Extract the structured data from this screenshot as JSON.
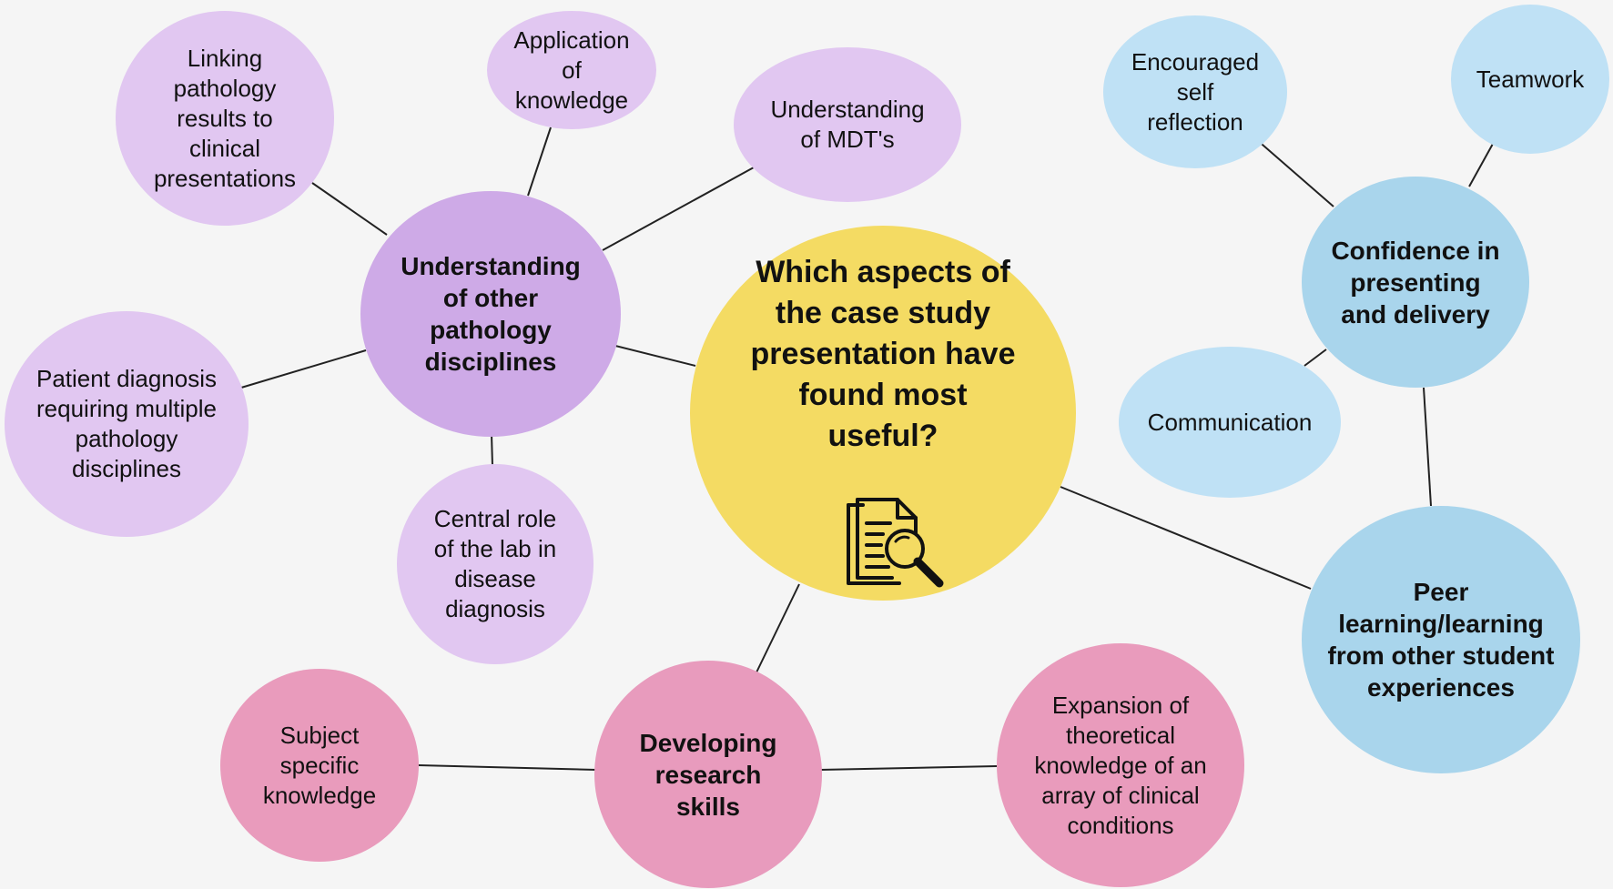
{
  "center": {
    "label": "Which aspects of\nthe case study\npresentation have\nfound most\nuseful?",
    "color": "#f4db63"
  },
  "hubs": {
    "understanding": {
      "label": "Understanding\nof other\npathology\ndisciplines",
      "color": "#ceaae7"
    },
    "confidence": {
      "label": "Confidence in\npresenting\nand delivery",
      "color": "#a9d5ec"
    },
    "peer": {
      "label": "Peer\nlearning/learning\nfrom other student\nexperiences",
      "color": "#a9d5ec"
    },
    "research": {
      "label": "Developing\nresearch\nskills",
      "color": "#e89bbd"
    }
  },
  "leaves": {
    "linking": "Linking\npathology\nresults to\nclinical\npresentations",
    "application": "Application\nof\nknowledge",
    "mdt": "Understanding\nof MDT's",
    "patient": "Patient diagnosis\nrequiring multiple\npathology\ndisciplines",
    "central_role": "Central role\nof the lab in\ndisease\ndiagnosis",
    "self_reflection": "Encouraged\nself\nreflection",
    "teamwork": "Teamwork",
    "communication": "Communication",
    "subject": "Subject\nspecific\nknowledge",
    "expansion": "Expansion of\ntheoretical\nknowledge of an\narray of clinical\nconditions"
  },
  "icon": "document-magnifier-icon"
}
